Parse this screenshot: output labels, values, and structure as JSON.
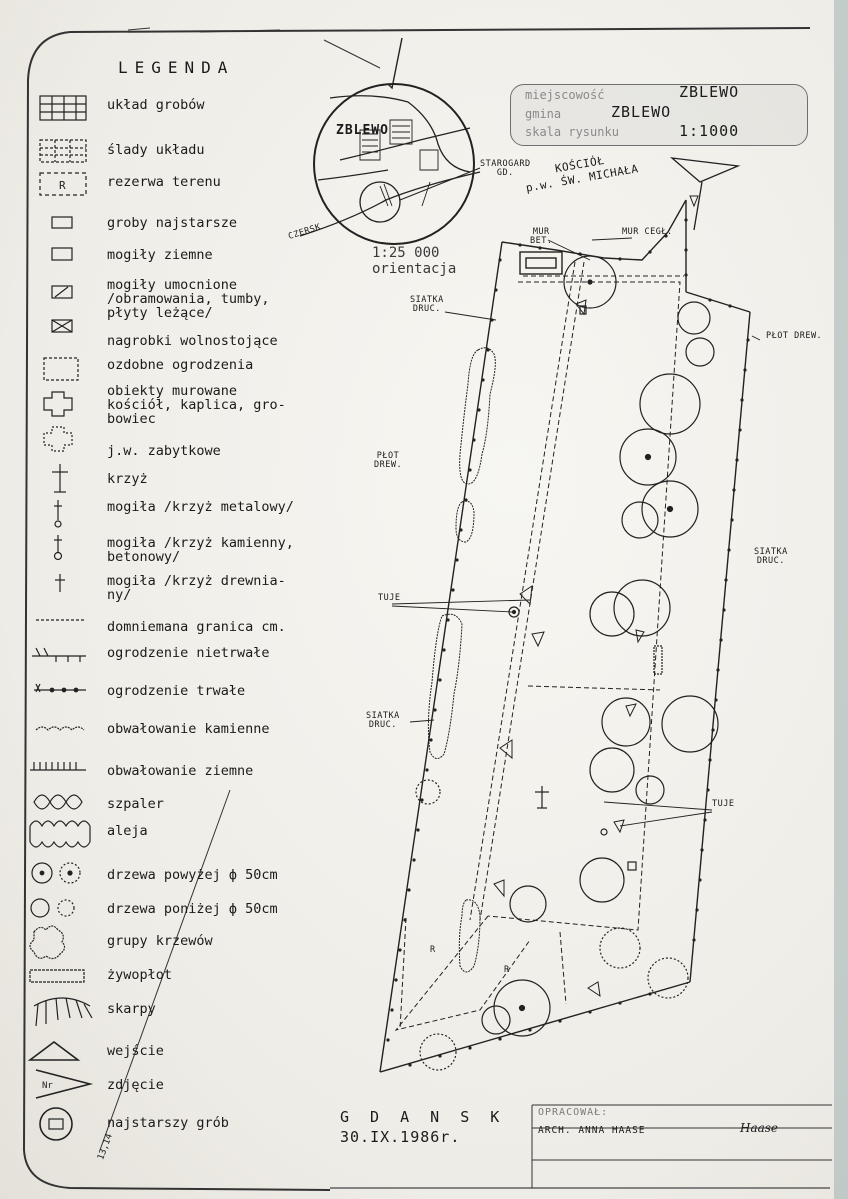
{
  "legend": {
    "title": "LEGENDA",
    "items": [
      {
        "symbol": "grid-icon",
        "text": "układ grobów"
      },
      {
        "symbol": "dashed-grid-icon",
        "text": "ślady układu"
      },
      {
        "symbol": "reserve-icon",
        "text": "rezerwa terenu"
      },
      {
        "symbol": "small-rect-icon",
        "text": "groby najstarsze"
      },
      {
        "symbol": "rect-icon",
        "text": "mogiły ziemne"
      },
      {
        "symbol": "hatched-rect-icon",
        "text": "mogiły umocnione\n/obramowania, tumby,\npłyty leżące/"
      },
      {
        "symbol": "cross-rect-icon",
        "text": "nagrobki wolnostojące"
      },
      {
        "symbol": "dashed-rect-icon",
        "text": "ozdobne ogrodzenia"
      },
      {
        "symbol": "church-icon",
        "text": "obiekty murowane\nkościół, kaplica, gro-\nbowiec"
      },
      {
        "symbol": "dotted-church-icon",
        "text": "j.w. zabytkowe"
      },
      {
        "symbol": "cross-icon",
        "text": "krzyż"
      },
      {
        "symbol": "metal-cross-icon",
        "text": "mogiła /krzyż metalowy/"
      },
      {
        "symbol": "stone-cross-icon",
        "text": "mogiła /krzyż kamienny,\nbetonowy/"
      },
      {
        "symbol": "wooden-cross-icon",
        "text": "mogiła /krzyż drewnia-\nny/"
      },
      {
        "symbol": "dashed-line-icon",
        "text": "domniemana granica cm."
      },
      {
        "symbol": "temp-fence-icon",
        "text": "ogrodzenie nietrwałe"
      },
      {
        "symbol": "perm-fence-icon",
        "text": "ogrodzenie trwałe"
      },
      {
        "symbol": "stone-bank-icon",
        "text": "obwałowanie kamienne"
      },
      {
        "symbol": "earth-bank-icon",
        "text": "obwałowanie ziemne"
      },
      {
        "symbol": "espalier-icon",
        "text": "szpaler"
      },
      {
        "symbol": "alley-icon",
        "text": "aleja"
      },
      {
        "symbol": "big-trees-icon",
        "text": "drzewa powyżej ф 50cm"
      },
      {
        "symbol": "small-trees-icon",
        "text": "drzewa poniżej ф 50cm"
      },
      {
        "symbol": "shrubs-icon",
        "text": "grupy krzewów"
      },
      {
        "symbol": "hedge-icon",
        "text": "żywopłot"
      },
      {
        "symbol": "slope-icon",
        "text": "skarpy"
      },
      {
        "symbol": "entrance-icon",
        "text": "wejście"
      },
      {
        "symbol": "photo-icon",
        "text": "zdjęcie"
      },
      {
        "symbol": "oldest-grave-icon",
        "text": "najstarszy grób"
      }
    ]
  },
  "stamp": {
    "place_label": "miejscowość",
    "place_value": "ZBLEWO",
    "parish_label": "gmina",
    "parish_value": "ZBLEWO",
    "scale_label": "skala rysunku",
    "scale_value": "1:1000"
  },
  "inset_map": {
    "town": "ZBLEWO",
    "road_czersk": "CZERSK",
    "road_starogard": "STAROGARD\nGD.",
    "church": "KOŚCIÓŁ\np.w. ŚW. MICHAŁA",
    "scale": "1:25 000",
    "caption": "orientacja"
  },
  "plan_labels": {
    "mur_bet": "MUR\nBET.",
    "mur_cegl": "MUR CEGŁ.",
    "siatka_1": "SIATKA\nDRUC.",
    "plot_drew_1": "PŁOT DREW.",
    "plot_drew_2": "PŁOT\nDREW.",
    "siatka_2": "SIATKA\nDRUC.",
    "tuje_1": "TUJE",
    "siatka_3": "SIATKA\nDRUC.",
    "tuje_2": "TUJE",
    "r_1": "R",
    "r_2": "R"
  },
  "footer": {
    "city": "G D A N S K",
    "date": "30.IX.1986r.",
    "prepared_label": "OPRACOWAŁ:",
    "author": "ARCH. ANNA HAASE",
    "signature": "Haase",
    "page_num": "13,14"
  },
  "colors": {
    "ink": "#1b1b1b",
    "paper": "#f3f1ec",
    "edge": "#9fb0b0"
  }
}
